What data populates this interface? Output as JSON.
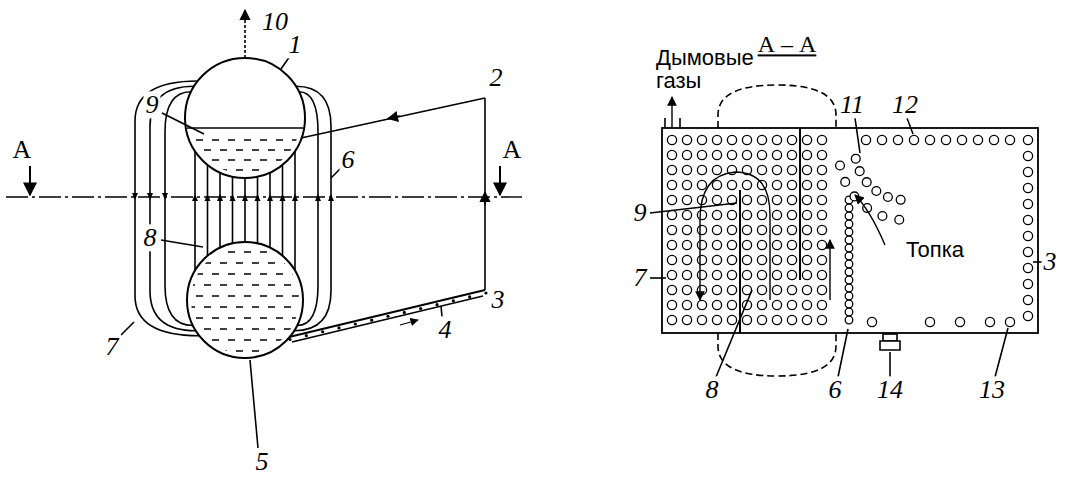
{
  "diagram": {
    "labels": [
      "10",
      "1",
      "9",
      "6",
      "2",
      "8",
      "3",
      "7",
      "4",
      "5",
      "А",
      "А",
      "А – А",
      "Дымовые газы",
      "11",
      "12",
      "9",
      "7",
      "3",
      "8",
      "6",
      "14",
      "13",
      "Топка"
    ]
  }
}
